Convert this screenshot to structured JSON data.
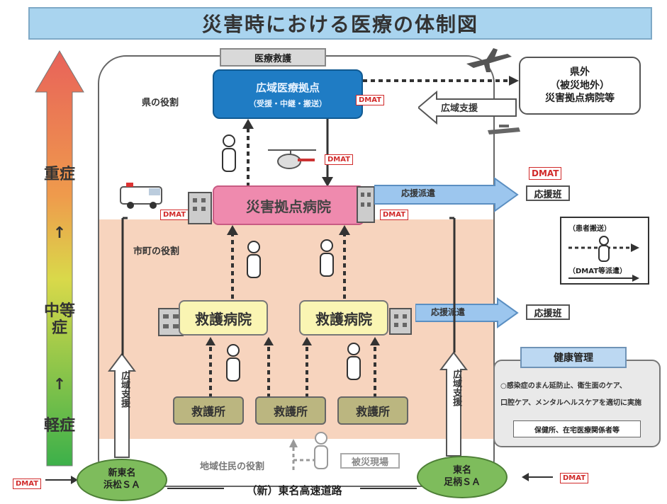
{
  "title": "災害時における医療の体制図",
  "severity": {
    "top": "重症",
    "arrow1": "↑",
    "middle": "中等症",
    "arrow2": "↑",
    "bottom": "軽症"
  },
  "top_label": "医療救護",
  "center_blue": {
    "line1": "広域医療拠点",
    "line2": "（受援・中継・搬送）"
  },
  "pref_role": "県の役割",
  "municipal_role": "市町の役割",
  "resident_role": "地域住民の役割",
  "disaster_hospital": "災害拠点病院",
  "rescue_hospitals": [
    "救護病院",
    "救護病院"
  ],
  "first_aid_stations": [
    "救護所",
    "救護所",
    "救護所"
  ],
  "volunteer": "被災現場",
  "right_box": {
    "line1": "県外",
    "line2": "（被災地外）",
    "line3": "災害拠点病院等"
  },
  "wide_support": "広域支援",
  "support_dispatch": "応援派遣",
  "support_team": "応援班",
  "vertical_wide_support": "広域支援",
  "legend": {
    "top": "（患者搬送）",
    "bottom": "（DMAT等派遣）"
  },
  "dmat": "DMAT",
  "health": {
    "header": "健康管理",
    "line1": "○感染症のまん延防止、衛生面のケア、",
    "line2": "口腔ケア、メンタルヘルスケアを適切に実施",
    "sub": "保健所、在宅医療関係者等"
  },
  "sa_left": {
    "line1": "新東名",
    "line2": "浜松ＳＡ"
  },
  "sa_right": {
    "line1": "東名",
    "line2": "足柄ＳＡ"
  },
  "road": "（新）東名高速道路",
  "colors": {
    "title_bg": "#a9d4ef",
    "blue": "#1f7cc4",
    "pink": "#ef8aae",
    "yellow": "#faf5b3",
    "olive": "#bbb680",
    "green": "#7ebc5c",
    "peach": "#f6cdb3"
  }
}
